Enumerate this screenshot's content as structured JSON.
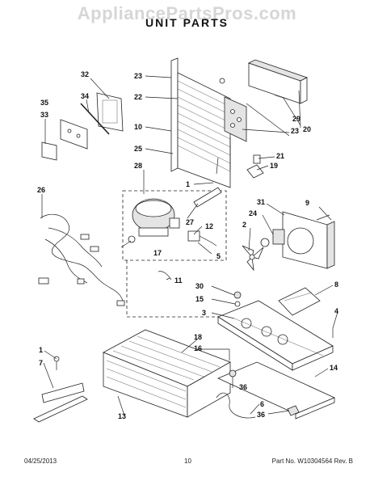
{
  "watermark": "AppliancePartsPros.com",
  "title": "UNIT PARTS",
  "footer": {
    "date": "04/25/2013",
    "page": "10",
    "part_number": "Part No. W10304564 Rev. B"
  },
  "callouts": {
    "c1a": "1",
    "c1b": "1",
    "c2": "2",
    "c3": "3",
    "c4": "4",
    "c5": "5",
    "c6": "6",
    "c7": "7",
    "c8": "8",
    "c9": "9",
    "c10": "10",
    "c11": "11",
    "c12": "12",
    "c13": "13",
    "c14": "14",
    "c15": "15",
    "c16": "16",
    "c17": "17",
    "c18": "18",
    "c19": "19",
    "c20": "20",
    "c21": "21",
    "c22": "22",
    "c23a": "23",
    "c23b": "23",
    "c24": "24",
    "c25": "25",
    "c26": "26",
    "c27": "27",
    "c28": "28",
    "c29": "29",
    "c30": "30",
    "c31": "31",
    "c32": "32",
    "c33": "33",
    "c34": "34",
    "c35": "35",
    "c36a": "36",
    "c36b": "36"
  }
}
